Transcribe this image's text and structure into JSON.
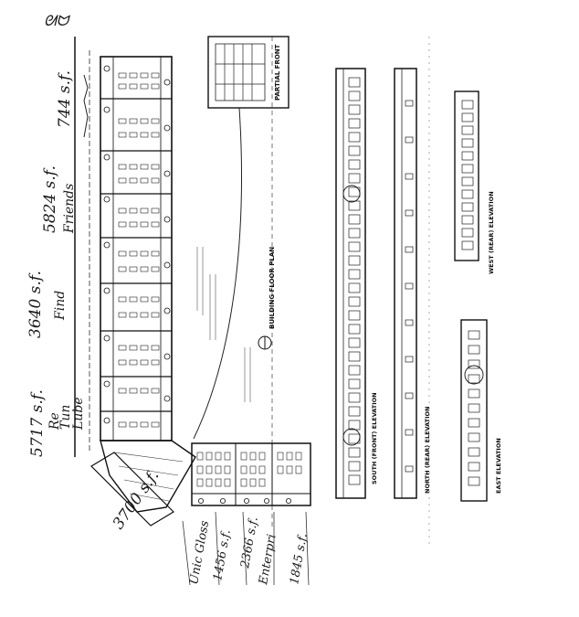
{
  "sheet": {
    "corner_mark": "ᘛᗢ",
    "handwritten": {
      "area_1": "744 s.f.",
      "area_2": "5824 s.f.",
      "tenant_2": "Friends",
      "area_3": "3640 s.f.",
      "tenant_3": "Find",
      "area_4": "5717 s.f.",
      "tenant_4a": "Re",
      "tenant_4b": "Tun",
      "tenant_4c": "Lube",
      "area_5": "3700 s.f.",
      "tenant_6": "Unic Gloss",
      "area_6": "1456 s.f.",
      "area_7": "2366 s.f.",
      "tenant_7": "Enterpri",
      "area_8": "1845 s.f."
    },
    "drawing_titles": {
      "floor_plan": "BUILDING FLOOR PLAN",
      "partial_front": "PARTIAL FRONT",
      "south_elevation": "SOUTH (FRONT) ELEVATION",
      "north_elevation": "NORTH (REAR) ELEVATION",
      "west_elevation": "WEST (REAR) ELEVATION",
      "east_elevation": "EAST ELEVATION"
    }
  }
}
